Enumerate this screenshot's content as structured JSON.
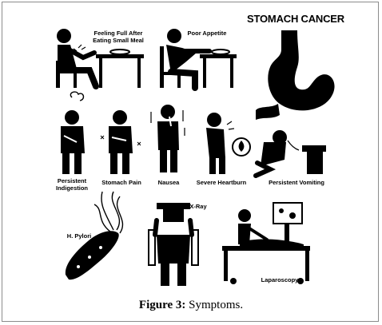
{
  "title": "STOMACH CANCER",
  "symptoms": [
    {
      "line1": "Feeling Full After",
      "line2": "Eating Small Meal"
    },
    {
      "line1": "Poor Appetite",
      "line2": ""
    },
    {
      "line1": "Persistent",
      "line2": "Indigestion"
    },
    {
      "line1": "Stomach Pain",
      "line2": ""
    },
    {
      "line1": "Nausea",
      "line2": ""
    },
    {
      "line1": "Severe Heartburn",
      "line2": ""
    },
    {
      "line1": "Persistent Vomiting",
      "line2": ""
    },
    {
      "line1": "H. Pylori",
      "line2": ""
    },
    {
      "line1": "X-Ray",
      "line2": ""
    },
    {
      "line1": "Laparoscopy",
      "line2": ""
    }
  ],
  "caption": {
    "label": "Figure 3:",
    "text": "Symptoms."
  },
  "icons": [
    "person-eating-icon",
    "person-poor-appetite-icon",
    "stomach-organ-icon",
    "indigestion-person-icon",
    "stomach-pain-person-icon",
    "nausea-person-icon",
    "heartburn-person-icon",
    "vomiting-person-icon",
    "h-pylori-bacterium-icon",
    "x-ray-person-icon",
    "laparoscopy-scene-icon"
  ],
  "colors": {
    "ink": "#000000",
    "border": "#8c8c8c",
    "background": "#ffffff"
  }
}
